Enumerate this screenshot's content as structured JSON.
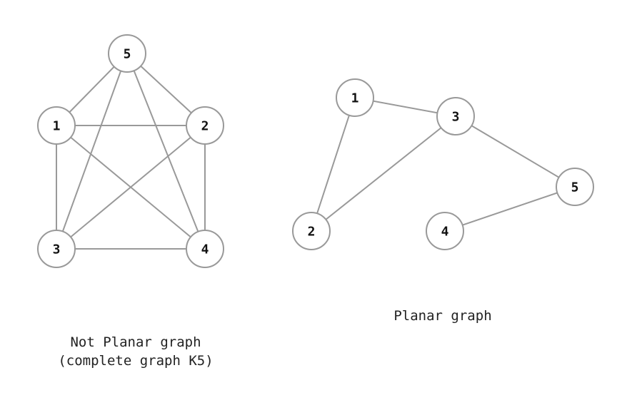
{
  "graphs": [
    {
      "id": "k5",
      "caption_line1": "Not Planar graph",
      "caption_line2": "(complete graph K5)",
      "nodes": [
        "1",
        "2",
        "3",
        "4",
        "5"
      ],
      "edges": [
        [
          "5",
          "1"
        ],
        [
          "5",
          "2"
        ],
        [
          "5",
          "3"
        ],
        [
          "5",
          "4"
        ],
        [
          "1",
          "2"
        ],
        [
          "1",
          "3"
        ],
        [
          "1",
          "4"
        ],
        [
          "2",
          "3"
        ],
        [
          "2",
          "4"
        ],
        [
          "3",
          "4"
        ]
      ]
    },
    {
      "id": "planar",
      "caption_line1": "Planar graph",
      "nodes": [
        "1",
        "2",
        "3",
        "4",
        "5"
      ],
      "edges": [
        [
          "1",
          "3"
        ],
        [
          "1",
          "2"
        ],
        [
          "3",
          "2"
        ],
        [
          "3",
          "5"
        ],
        [
          "5",
          "4"
        ]
      ]
    }
  ],
  "colors": {
    "stroke": "#999999",
    "text": "#111111"
  }
}
